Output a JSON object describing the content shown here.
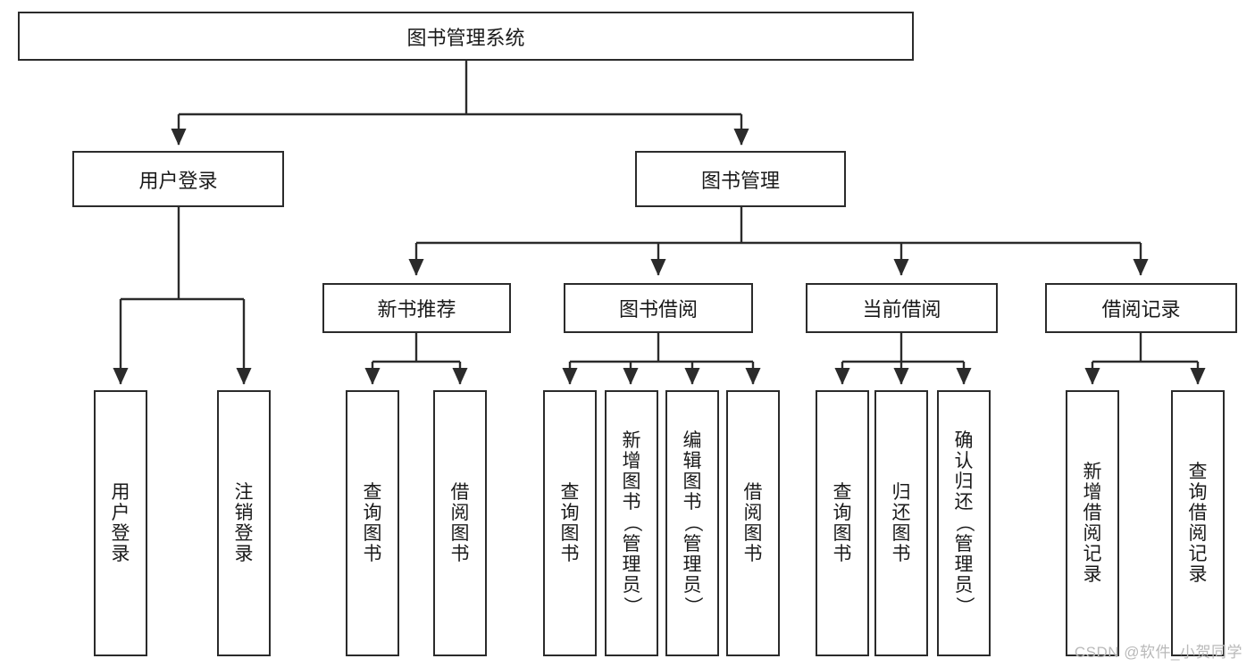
{
  "diagram": {
    "title": "图书管理系统",
    "watermark": "CSDN @软件_小贺同学",
    "colors": {
      "box_fill": "#ffffff",
      "box_stroke": "#2b2b2b",
      "text": "#1a1a1a",
      "background": "#ffffff",
      "watermark": "#b9b9b9"
    },
    "levels": {
      "root": {
        "label": "图书管理系统"
      },
      "level2": [
        {
          "label": "用户登录"
        },
        {
          "label": "图书管理"
        }
      ],
      "level3": [
        {
          "label": "新书推荐"
        },
        {
          "label": "图书借阅"
        },
        {
          "label": "当前借阅"
        },
        {
          "label": "借阅记录"
        }
      ],
      "leaves": {
        "user_login": [
          {
            "label": "用户登录"
          },
          {
            "label": "注销登录"
          }
        ],
        "new_book_recommend": [
          {
            "label": "查询图书"
          },
          {
            "label": "借阅图书"
          }
        ],
        "book_borrow": [
          {
            "label": "查询图书"
          },
          {
            "label": "新增图书（管理员）"
          },
          {
            "label": "编辑图书（管理员）"
          },
          {
            "label": "借阅图书"
          }
        ],
        "current_borrow": [
          {
            "label": "查询图书"
          },
          {
            "label": "归还图书"
          },
          {
            "label": "确认归还（管理员）"
          }
        ],
        "borrow_record": [
          {
            "label": "新增借阅记录"
          },
          {
            "label": "查询借阅记录"
          }
        ]
      }
    }
  }
}
